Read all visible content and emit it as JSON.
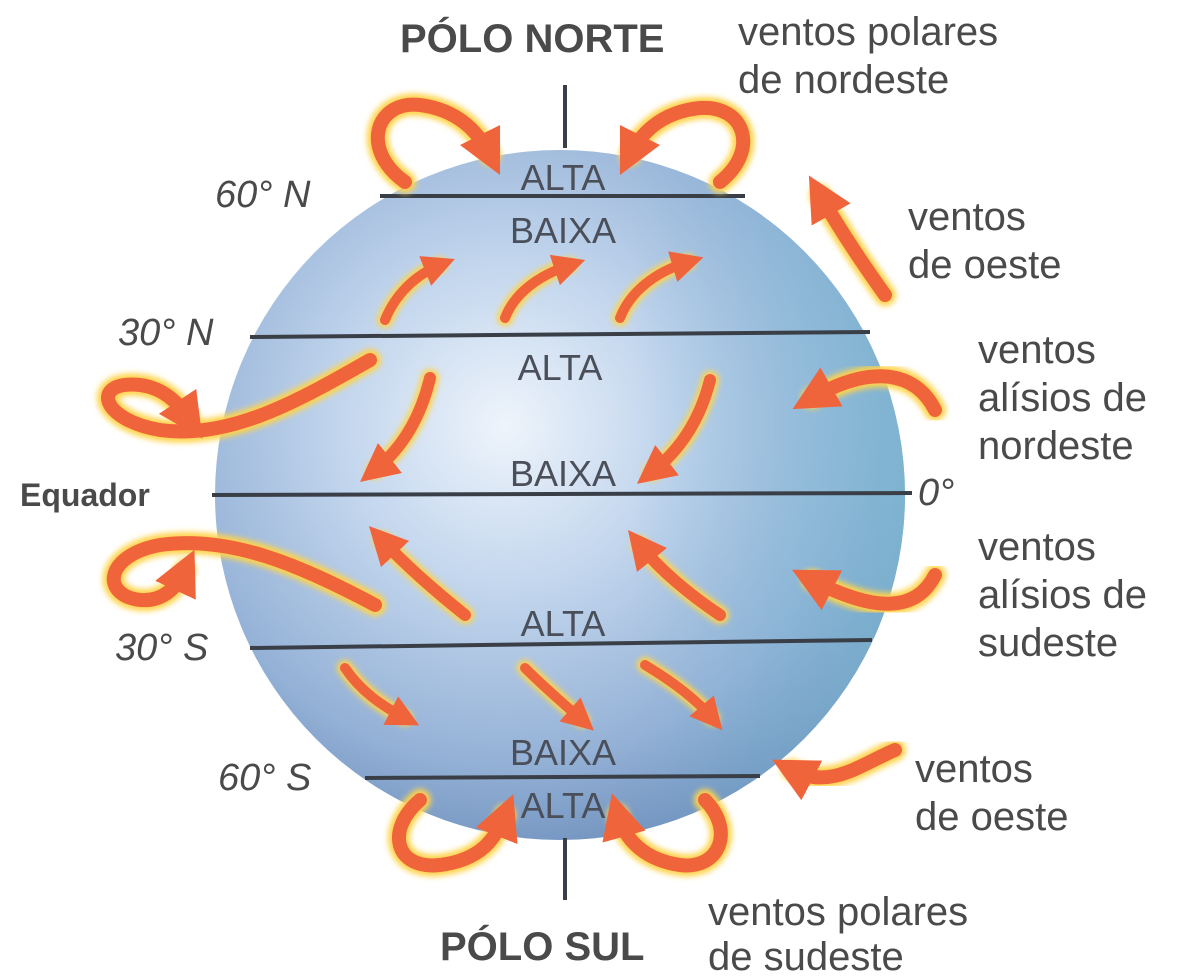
{
  "poles": {
    "north": "PÓLO NORTE",
    "south": "PÓLO SUL"
  },
  "latitudes": {
    "n60": "60° N",
    "n30": "30° N",
    "equator": "Equador",
    "zero": "0°",
    "s30": "30° S",
    "s60": "60° S"
  },
  "pressure": {
    "alta_north_pole": "ALTA",
    "baixa_60n": "BAIXA",
    "alta_30n": "ALTA",
    "baixa_equator": "BAIXA",
    "alta_30s": "ALTA",
    "baixa_60s": "BAIXA",
    "alta_south_pole": "ALTA"
  },
  "winds": {
    "polar_ne": [
      "ventos polares",
      "de nordeste"
    ],
    "westerlies_n": [
      "ventos",
      "de oeste"
    ],
    "trade_ne": [
      "ventos",
      "alísios de",
      "nordeste"
    ],
    "trade_se": [
      "ventos",
      "alísios de",
      "sudeste"
    ],
    "westerlies_s": [
      "ventos",
      "de oeste"
    ],
    "polar_se": [
      "ventos polares",
      "de sudeste"
    ]
  },
  "colors": {
    "globe_light": "#c9dcf0",
    "globe_mid": "#9bb7d8",
    "globe_edge": "#6f93bf",
    "arrow": "#f0643c",
    "arrow_glow": "#ffd34a",
    "line": "#3a3f47"
  }
}
